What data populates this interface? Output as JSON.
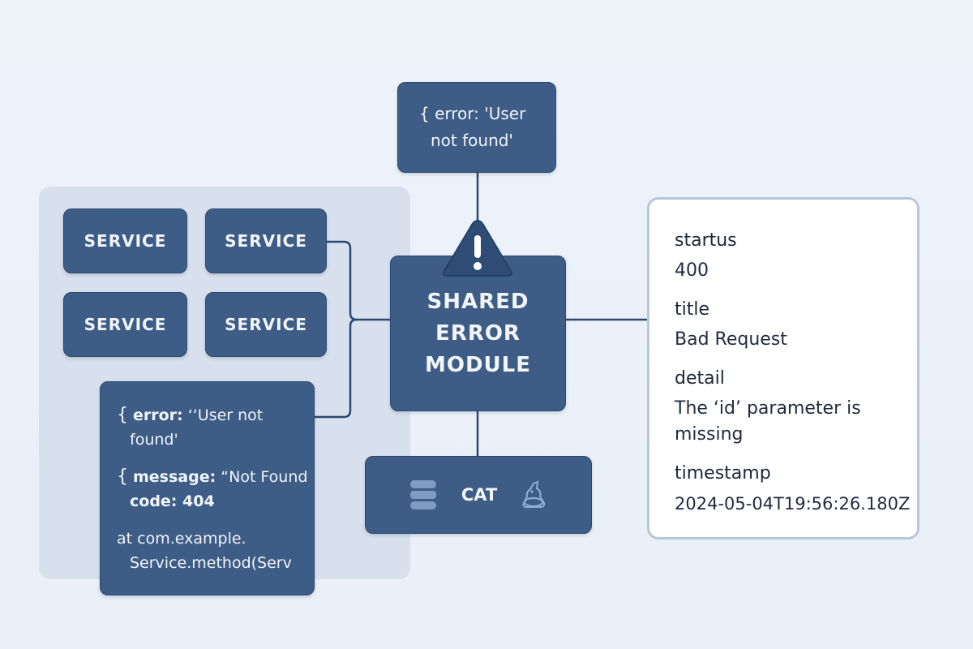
{
  "top_error": {
    "line1": "{  error: 'User",
    "line2": "not found'"
  },
  "services": [
    "SERVICE",
    "SERVICE",
    "SERVICE",
    "SERVICE"
  ],
  "module": {
    "line1": "SHARED",
    "line2": "ERROR",
    "line3": "MODULE"
  },
  "stack": {
    "brace": "{",
    "error_key": "error:",
    "error_val": " ‘‘User not",
    "error_val2": "found'",
    "message_key": "message:",
    "message_val": " “Not Found",
    "code": "code: 404",
    "trace1": "at com.example.",
    "trace2": "Service.method(Serv"
  },
  "cat_box": {
    "label": "CAT"
  },
  "detail": {
    "fields": [
      {
        "name": "startus",
        "value": "400"
      },
      {
        "name": "title",
        "value": "Bad Request"
      },
      {
        "name": "detail",
        "value": "The ‘id’ parameter is missing"
      },
      {
        "name": "timestamp",
        "value": "2024-05-04T19:56:26.180Z"
      }
    ]
  },
  "colors": {
    "box_fill": "#3d5c86",
    "box_text": "#f2f5fa",
    "connector": "#2c4870",
    "panel": "#d7e0ec",
    "card_border": "#b9c7da",
    "background": "#eef3fa"
  },
  "icons": [
    "warning-icon",
    "database-icon",
    "cat-mascot-icon"
  ]
}
